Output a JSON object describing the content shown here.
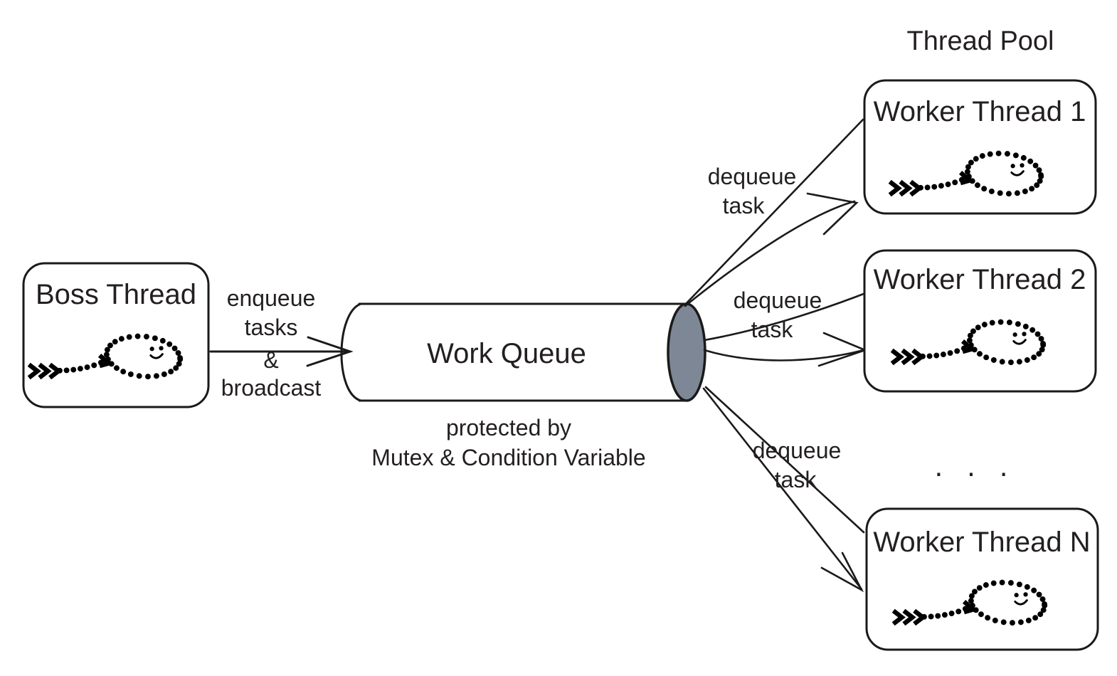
{
  "diagram": {
    "title": "Boss/Worker Thread Pool with Work Queue",
    "background_color": "#ffffff",
    "stroke_color": "#1a1a1a",
    "text_color": "#231f20",
    "queue_end_fill": "#7e8795"
  },
  "labels": {
    "thread_pool_title": "Thread Pool",
    "ellipsis": "· · ·"
  },
  "boss": {
    "label": "Boss Thread",
    "icon": "thread-loop-icon"
  },
  "queue": {
    "label": "Work Queue",
    "note_line_1": "protected by",
    "note_line_2": "Mutex & Condition Variable"
  },
  "workers": [
    {
      "label": "Worker Thread 1",
      "icon": "thread-loop-icon"
    },
    {
      "label": "Worker Thread 2",
      "icon": "thread-loop-icon"
    },
    {
      "label": "Worker Thread N",
      "icon": "thread-loop-icon"
    }
  ],
  "edges": {
    "enqueue": {
      "line_1": "enqueue",
      "line_2": "tasks",
      "line_3": "&",
      "line_4": "broadcast"
    },
    "dequeue_1": {
      "line_1": "dequeue",
      "line_2": "task"
    },
    "dequeue_2": {
      "line_1": "dequeue",
      "line_2": "task"
    },
    "dequeue_3": {
      "line_1": "dequeue",
      "line_2": "task"
    }
  }
}
